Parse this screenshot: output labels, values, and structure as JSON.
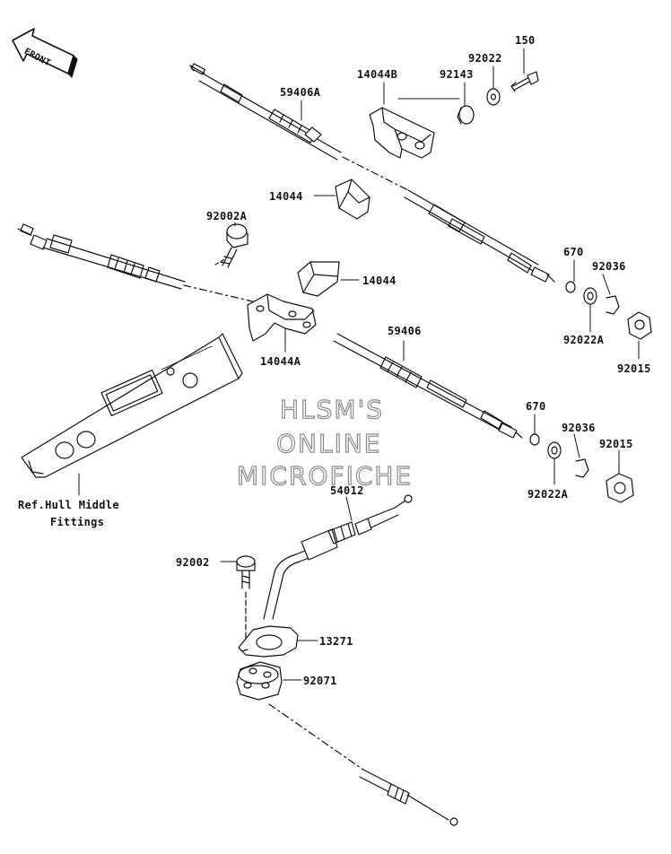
{
  "front_badge": "FRONT",
  "watermark": [
    "HLSM'S",
    "ONLINE",
    "MICROFICHE"
  ],
  "callouts": {
    "c150": "150",
    "c92022": "92022",
    "c14044B": "14044B",
    "c92143": "92143",
    "c59406A": "59406A",
    "c14044_top": "14044",
    "c92002A": "92002A",
    "c14044_mid": "14044",
    "c670_top": "670",
    "c92036_top": "92036",
    "c92022A_top": "92022A",
    "c92015_top": "92015",
    "c14044A": "14044A",
    "c59406": "59406",
    "c670_bot": "670",
    "c92036_bot": "92036",
    "c92015_bot": "92015",
    "c92022A_bot": "92022A",
    "c54012": "54012",
    "c92002": "92002",
    "c13271": "13271",
    "c92071": "92071",
    "ref_line1": "Ref.Hull Middle",
    "ref_line2": "Fittings"
  }
}
